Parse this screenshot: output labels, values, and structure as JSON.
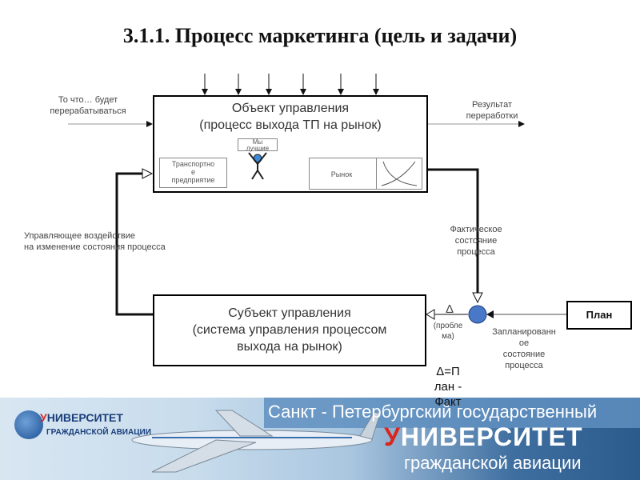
{
  "title": "3.1.1. Процесс маркетинга (цель и задачи)",
  "object_box": {
    "line1": "Объект управления",
    "line2": "(процесс выхода ТП на рынок)"
  },
  "subject_box": {
    "line1": "Субъект управления",
    "line2": "(система управления процессом",
    "line3": "выхода на рынок)"
  },
  "inner": {
    "transport_l1": "Транспортно",
    "transport_l2": "е",
    "transport_l3": "предприятие",
    "market": "Рынок",
    "person_l1": "Мы",
    "person_l2": "лучшие"
  },
  "labels": {
    "input_l1": "То что… будет",
    "input_l2": "перерабатываться",
    "result_l1": "Результат",
    "result_l2": "переработки",
    "control_l1": "Управляющее воздействие",
    "control_l2": "на изменение состояния процесса",
    "actual_l1": "Фактическое",
    "actual_l2": "состояние",
    "actual_l3": "процесса",
    "delta": "Δ",
    "problem_l1": "(пробле",
    "problem_l2": "ма)",
    "planned_l1": "Запланированн",
    "planned_l2": "ое",
    "planned_l3": "состояние",
    "planned_l4": "процесса",
    "plan": "План",
    "formula_l1": "Δ=П",
    "formula_l2": "лан -",
    "formula_l3": "Факт"
  },
  "footer": {
    "line1": "Санкт - Петербургский государственный",
    "line2_first": "У",
    "line2_rest": "НИВЕРСИТЕТ",
    "line3": "гражданской авиации",
    "logo_first": "У",
    "logo_rest": "НИВЕРСИТЕТ",
    "logo_sub": "ГРАЖДАНСКОЙ АВИАЦИИ"
  },
  "colors": {
    "accent_circle": "#4a78c8",
    "logo_red": "#d9261c",
    "logo_blue": "#1a3e7a"
  }
}
